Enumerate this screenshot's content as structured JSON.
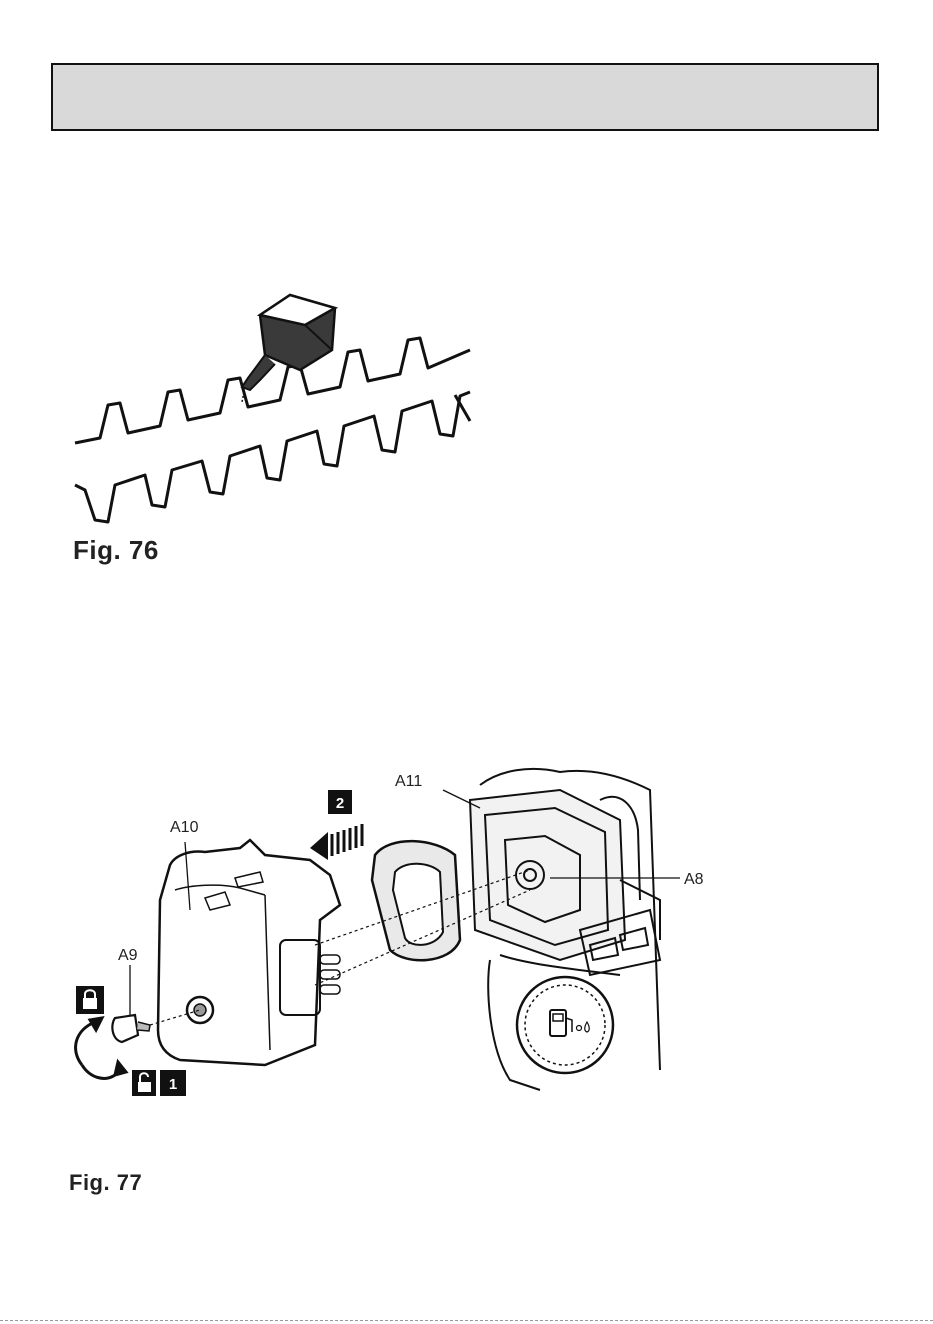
{
  "header": {
    "title": ""
  },
  "figures": {
    "fig76": {
      "caption": "Fig.  76"
    },
    "fig77": {
      "caption": "Fig.  77",
      "labels": {
        "a8": "A8",
        "a9": "A9",
        "a10": "A10",
        "a11": "A11"
      },
      "steps": {
        "step1": "1",
        "step2": "2"
      },
      "icons": [
        "lock-icon",
        "unlock-icon",
        "rotate-arrows-icon",
        "fuel-cap-icon",
        "arrow-left-icon",
        "oil-bottle-icon"
      ]
    }
  }
}
